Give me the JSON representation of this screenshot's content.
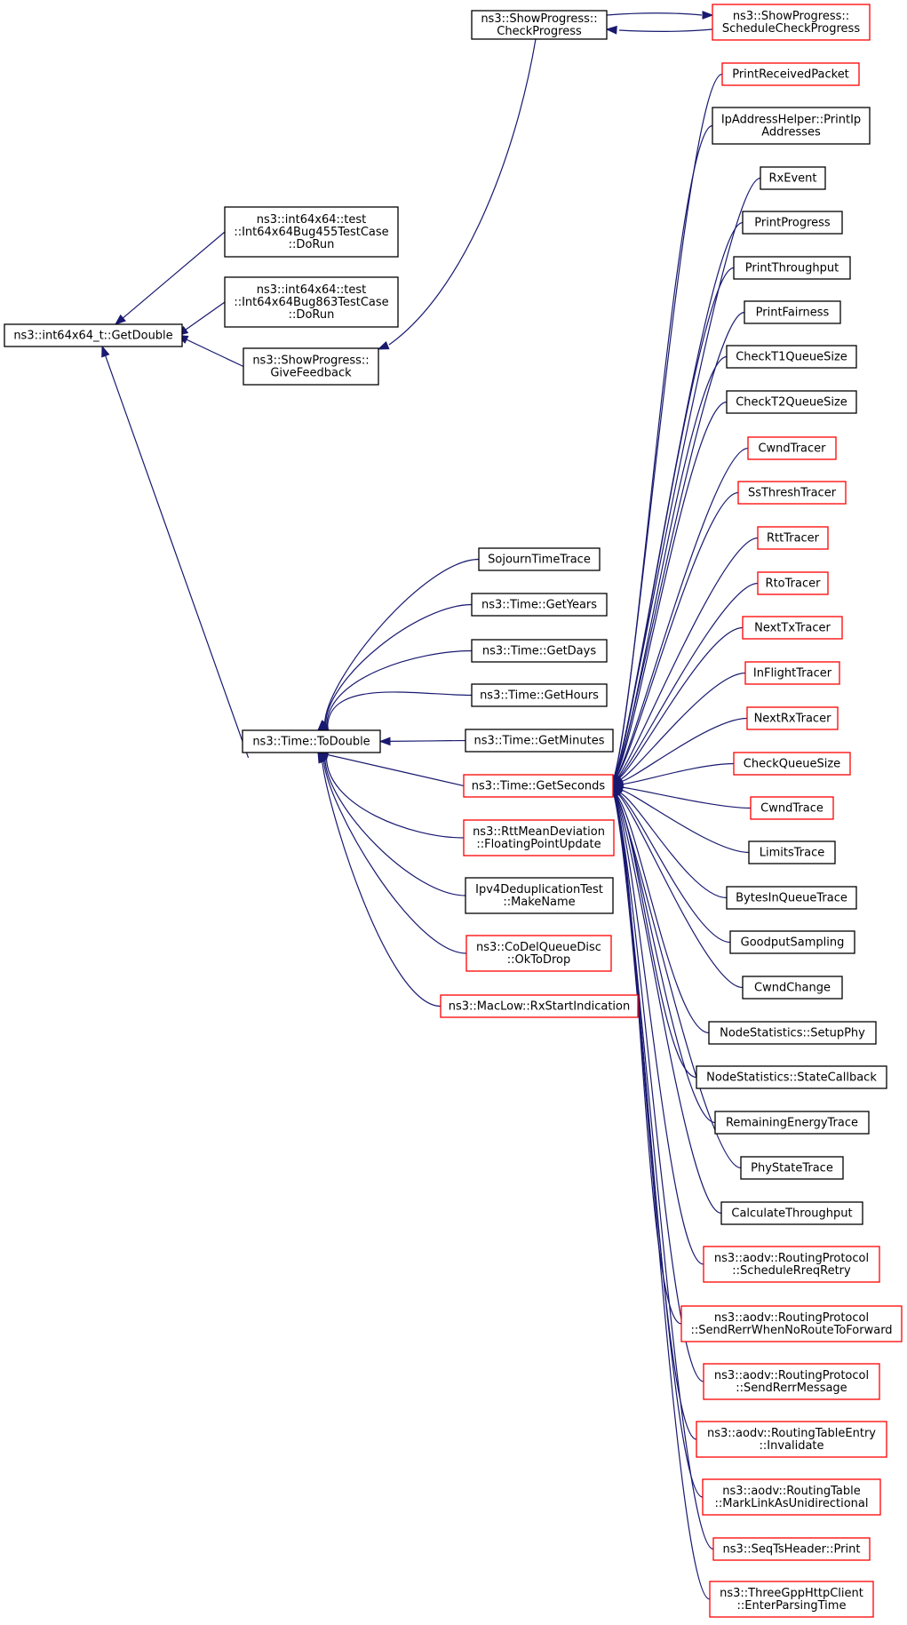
{
  "colors": {
    "edge": "#191970",
    "border_plain": "#000000",
    "border_linked": "#ff0000",
    "fill_root": "#bfbfbf",
    "fill_default": "#ffffff"
  },
  "nodes": {
    "root": {
      "lines": [
        "ns3::int64x64_t::GetDouble"
      ],
      "kind": "root"
    },
    "bug455": {
      "lines": [
        "ns3::int64x64::test",
        "::Int64x64Bug455TestCase",
        "::DoRun"
      ],
      "kind": "plain"
    },
    "bug863": {
      "lines": [
        "ns3::int64x64::test",
        "::Int64x64Bug863TestCase",
        "::DoRun"
      ],
      "kind": "plain"
    },
    "givefb": {
      "lines": [
        "ns3::ShowProgress::",
        "GiveFeedback"
      ],
      "kind": "plain"
    },
    "checkprog": {
      "lines": [
        "ns3::ShowProgress::",
        "CheckProgress"
      ],
      "kind": "plain"
    },
    "schedcheck": {
      "lines": [
        "ns3::ShowProgress::",
        "ScheduleCheckProgress"
      ],
      "kind": "linked"
    },
    "todouble": {
      "lines": [
        "ns3::Time::ToDouble"
      ],
      "kind": "plain"
    },
    "sojourn": {
      "lines": [
        "SojournTimeTrace"
      ],
      "kind": "plain"
    },
    "getyears": {
      "lines": [
        "ns3::Time::GetYears"
      ],
      "kind": "plain"
    },
    "getdays": {
      "lines": [
        "ns3::Time::GetDays"
      ],
      "kind": "plain"
    },
    "gethours": {
      "lines": [
        "ns3::Time::GetHours"
      ],
      "kind": "plain"
    },
    "getminutes": {
      "lines": [
        "ns3::Time::GetMinutes"
      ],
      "kind": "plain"
    },
    "getseconds": {
      "lines": [
        "ns3::Time::GetSeconds"
      ],
      "kind": "linked"
    },
    "rttmean": {
      "lines": [
        "ns3::RttMeanDeviation",
        "::FloatingPointUpdate"
      ],
      "kind": "linked"
    },
    "ipv4dedup": {
      "lines": [
        "Ipv4DeduplicationTest",
        "::MakeName"
      ],
      "kind": "plain"
    },
    "codel": {
      "lines": [
        "ns3::CoDelQueueDisc",
        "::OkToDrop"
      ],
      "kind": "linked"
    },
    "maclow": {
      "lines": [
        "ns3::MacLow::RxStartIndication"
      ],
      "kind": "linked"
    },
    "s1": {
      "lines": [
        "PrintReceivedPacket"
      ],
      "kind": "linked"
    },
    "s2": {
      "lines": [
        "IpAddressHelper::PrintIp",
        "Addresses"
      ],
      "kind": "plain"
    },
    "s3": {
      "lines": [
        "RxEvent"
      ],
      "kind": "plain"
    },
    "s4": {
      "lines": [
        "PrintProgress"
      ],
      "kind": "plain"
    },
    "s5": {
      "lines": [
        "PrintThroughput"
      ],
      "kind": "plain"
    },
    "s6": {
      "lines": [
        "PrintFairness"
      ],
      "kind": "plain"
    },
    "s7": {
      "lines": [
        "CheckT1QueueSize"
      ],
      "kind": "plain"
    },
    "s8": {
      "lines": [
        "CheckT2QueueSize"
      ],
      "kind": "plain"
    },
    "s9": {
      "lines": [
        "CwndTracer"
      ],
      "kind": "linked"
    },
    "s10": {
      "lines": [
        "SsThreshTracer"
      ],
      "kind": "linked"
    },
    "s11": {
      "lines": [
        "RttTracer"
      ],
      "kind": "linked"
    },
    "s12": {
      "lines": [
        "RtoTracer"
      ],
      "kind": "linked"
    },
    "s13": {
      "lines": [
        "NextTxTracer"
      ],
      "kind": "linked"
    },
    "s14": {
      "lines": [
        "InFlightTracer"
      ],
      "kind": "linked"
    },
    "s15": {
      "lines": [
        "NextRxTracer"
      ],
      "kind": "linked"
    },
    "s16": {
      "lines": [
        "CheckQueueSize"
      ],
      "kind": "linked"
    },
    "s17": {
      "lines": [
        "CwndTrace"
      ],
      "kind": "linked"
    },
    "s18": {
      "lines": [
        "LimitsTrace"
      ],
      "kind": "plain"
    },
    "s19": {
      "lines": [
        "BytesInQueueTrace"
      ],
      "kind": "plain"
    },
    "s20": {
      "lines": [
        "GoodputSampling"
      ],
      "kind": "plain"
    },
    "s21": {
      "lines": [
        "CwndChange"
      ],
      "kind": "plain"
    },
    "s22": {
      "lines": [
        "NodeStatistics::SetupPhy"
      ],
      "kind": "plain"
    },
    "s23": {
      "lines": [
        "NodeStatistics::StateCallback"
      ],
      "kind": "plain"
    },
    "s24": {
      "lines": [
        "RemainingEnergyTrace"
      ],
      "kind": "plain"
    },
    "s25": {
      "lines": [
        "PhyStateTrace"
      ],
      "kind": "plain"
    },
    "s26": {
      "lines": [
        "CalculateThroughput"
      ],
      "kind": "plain"
    },
    "s27": {
      "lines": [
        "ns3::aodv::RoutingProtocol",
        "::ScheduleRreqRetry"
      ],
      "kind": "linked"
    },
    "s28": {
      "lines": [
        "ns3::aodv::RoutingProtocol",
        "::SendRerrWhenNoRouteToForward"
      ],
      "kind": "linked"
    },
    "s29": {
      "lines": [
        "ns3::aodv::RoutingProtocol",
        "::SendRerrMessage"
      ],
      "kind": "linked"
    },
    "s30": {
      "lines": [
        "ns3::aodv::RoutingTableEntry",
        "::Invalidate"
      ],
      "kind": "linked"
    },
    "s31": {
      "lines": [
        "ns3::aodv::RoutingTable",
        "::MarkLinkAsUnidirectional"
      ],
      "kind": "linked"
    },
    "s32": {
      "lines": [
        "ns3::SeqTsHeader::Print"
      ],
      "kind": "linked"
    },
    "s33": {
      "lines": [
        "ns3::ThreeGppHttpClient",
        "::EnterParsingTime"
      ],
      "kind": "linked"
    }
  },
  "edges": [
    [
      "bug455",
      "root"
    ],
    [
      "bug863",
      "root"
    ],
    [
      "givefb",
      "root"
    ],
    [
      "todouble",
      "root"
    ],
    [
      "checkprog",
      "givefb"
    ],
    [
      "schedcheck",
      "checkprog"
    ],
    [
      "checkprog",
      "schedcheck"
    ],
    [
      "sojourn",
      "todouble"
    ],
    [
      "getyears",
      "todouble"
    ],
    [
      "getdays",
      "todouble"
    ],
    [
      "gethours",
      "todouble"
    ],
    [
      "getminutes",
      "todouble"
    ],
    [
      "getseconds",
      "todouble"
    ],
    [
      "rttmean",
      "todouble"
    ],
    [
      "ipv4dedup",
      "todouble"
    ],
    [
      "codel",
      "todouble"
    ],
    [
      "maclow",
      "todouble"
    ],
    [
      "s1",
      "getseconds"
    ],
    [
      "s2",
      "getseconds"
    ],
    [
      "s3",
      "getseconds"
    ],
    [
      "s4",
      "getseconds"
    ],
    [
      "s5",
      "getseconds"
    ],
    [
      "s6",
      "getseconds"
    ],
    [
      "s7",
      "getseconds"
    ],
    [
      "s8",
      "getseconds"
    ],
    [
      "s9",
      "getseconds"
    ],
    [
      "s10",
      "getseconds"
    ],
    [
      "s11",
      "getseconds"
    ],
    [
      "s12",
      "getseconds"
    ],
    [
      "s13",
      "getseconds"
    ],
    [
      "s14",
      "getseconds"
    ],
    [
      "s15",
      "getseconds"
    ],
    [
      "s16",
      "getseconds"
    ],
    [
      "s17",
      "getseconds"
    ],
    [
      "s18",
      "getseconds"
    ],
    [
      "s19",
      "getseconds"
    ],
    [
      "s20",
      "getseconds"
    ],
    [
      "s21",
      "getseconds"
    ],
    [
      "s22",
      "getseconds"
    ],
    [
      "s23",
      "getseconds"
    ],
    [
      "s24",
      "getseconds"
    ],
    [
      "s25",
      "getseconds"
    ],
    [
      "s26",
      "getseconds"
    ],
    [
      "s27",
      "getseconds"
    ],
    [
      "s28",
      "getseconds"
    ],
    [
      "s29",
      "getseconds"
    ],
    [
      "s30",
      "getseconds"
    ],
    [
      "s31",
      "getseconds"
    ],
    [
      "s32",
      "getseconds"
    ],
    [
      "s33",
      "getseconds"
    ]
  ]
}
